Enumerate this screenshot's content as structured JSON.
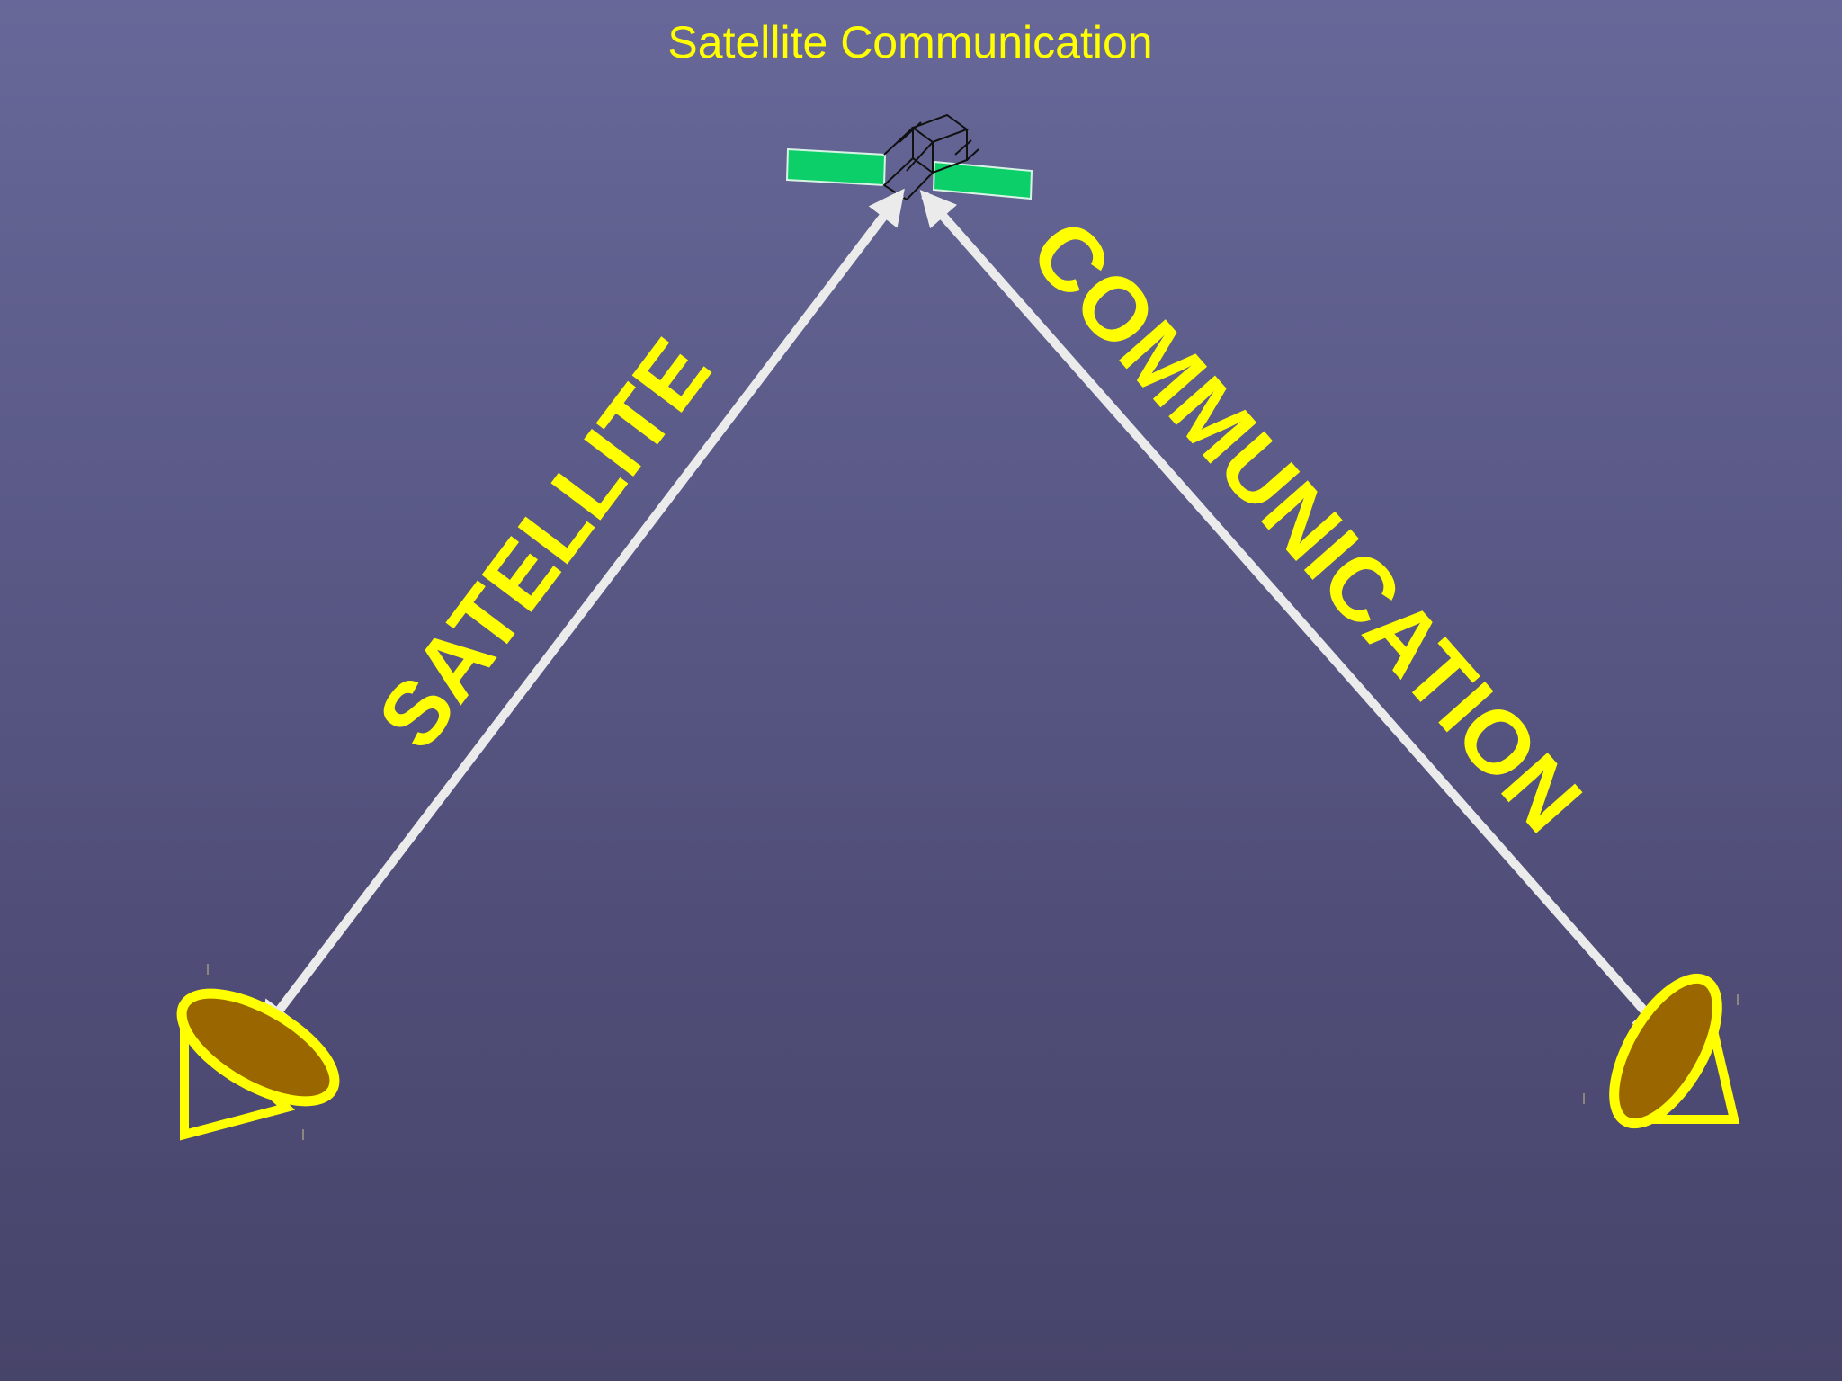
{
  "slide": {
    "title": "Satellite Communication"
  },
  "diagram": {
    "left_link_label": "SATELLITE",
    "right_link_label": "COMMUNICATION",
    "icons": {
      "satellite": "satellite-icon",
      "left_dish": "satellite-dish-icon",
      "right_dish": "satellite-dish-icon"
    }
  },
  "colors": {
    "background_top": "#676899",
    "background_bottom": "#47446a",
    "text": "#ffff00",
    "solar_panel": "#0ccf69",
    "dish_fill": "#996600",
    "dish_outline": "#ffff00",
    "link_arrow": "#ebebeb"
  }
}
